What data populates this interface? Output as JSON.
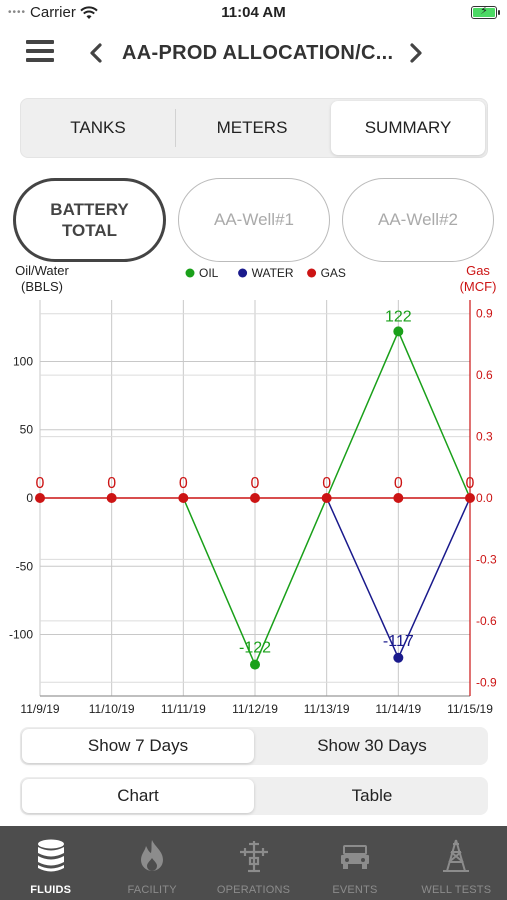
{
  "status_bar": {
    "carrier": "Carrier",
    "time": "11:04 AM"
  },
  "nav": {
    "title": "AA-PROD ALLOCATION/C..."
  },
  "top_tabs": [
    {
      "label": "TANKS",
      "active": false
    },
    {
      "label": "METERS",
      "active": false
    },
    {
      "label": "SUMMARY",
      "active": true
    }
  ],
  "pills": [
    {
      "label": "BATTERY TOTAL",
      "active": true
    },
    {
      "label": "AA-Well#1",
      "active": false
    },
    {
      "label": "AA-Well#2",
      "active": false
    }
  ],
  "chart_data": {
    "type": "line",
    "left_axis_label": "Oil/Water\n(BBLS)",
    "right_axis_label": "Gas\n(MCF)",
    "categories": [
      "11/9/19",
      "11/10/19",
      "11/11/19",
      "11/12/19",
      "11/13/19",
      "11/14/19",
      "11/15/19"
    ],
    "series": [
      {
        "name": "OIL",
        "color": "#1aa01a",
        "axis": "left",
        "values": [
          null,
          null,
          0,
          -122,
          0,
          122,
          0
        ],
        "labels": [
          "",
          "",
          "",
          "-122",
          "",
          "122",
          ""
        ]
      },
      {
        "name": "WATER",
        "color": "#1a1a8c",
        "axis": "left",
        "values": [
          null,
          null,
          null,
          null,
          0,
          -117,
          0
        ],
        "labels": [
          "",
          "",
          "",
          "",
          "",
          "-117",
          ""
        ]
      },
      {
        "name": "GAS",
        "color": "#cc1414",
        "axis": "right",
        "values": [
          0,
          0,
          0,
          0,
          0,
          0,
          0
        ],
        "labels": [
          "0",
          "0",
          "0",
          "0",
          "0",
          "0",
          "0"
        ]
      }
    ],
    "left_ticks": [
      "100",
      "50",
      "0",
      "-50",
      "-100"
    ],
    "left_tick_values": [
      100,
      50,
      0,
      -50,
      -100
    ],
    "right_ticks": [
      "0.9",
      "0.6",
      "0.3",
      "0.0",
      "-0.3",
      "-0.6",
      "-0.9"
    ],
    "right_tick_values": [
      0.9,
      0.6,
      0.3,
      0.0,
      -0.3,
      -0.6,
      -0.9
    ],
    "ylim_left": [
      -145,
      145
    ],
    "ylim_right": [
      -0.967,
      0.967
    ],
    "legend_position": "top-center",
    "grid": true
  },
  "days_toggle": [
    {
      "label": "Show 7 Days",
      "active": true
    },
    {
      "label": "Show 30 Days",
      "active": false
    }
  ],
  "view_toggle": [
    {
      "label": "Chart",
      "active": true
    },
    {
      "label": "Table",
      "active": false
    }
  ],
  "tab_bar": [
    {
      "label": "FLUIDS",
      "icon": "database-icon",
      "active": true
    },
    {
      "label": "FACILITY",
      "icon": "flame-icon",
      "active": false
    },
    {
      "label": "OPERATIONS",
      "icon": "pipeline-icon",
      "active": false
    },
    {
      "label": "EVENTS",
      "icon": "truck-icon",
      "active": false
    },
    {
      "label": "WELL TESTS",
      "icon": "derrick-icon",
      "active": false
    }
  ]
}
